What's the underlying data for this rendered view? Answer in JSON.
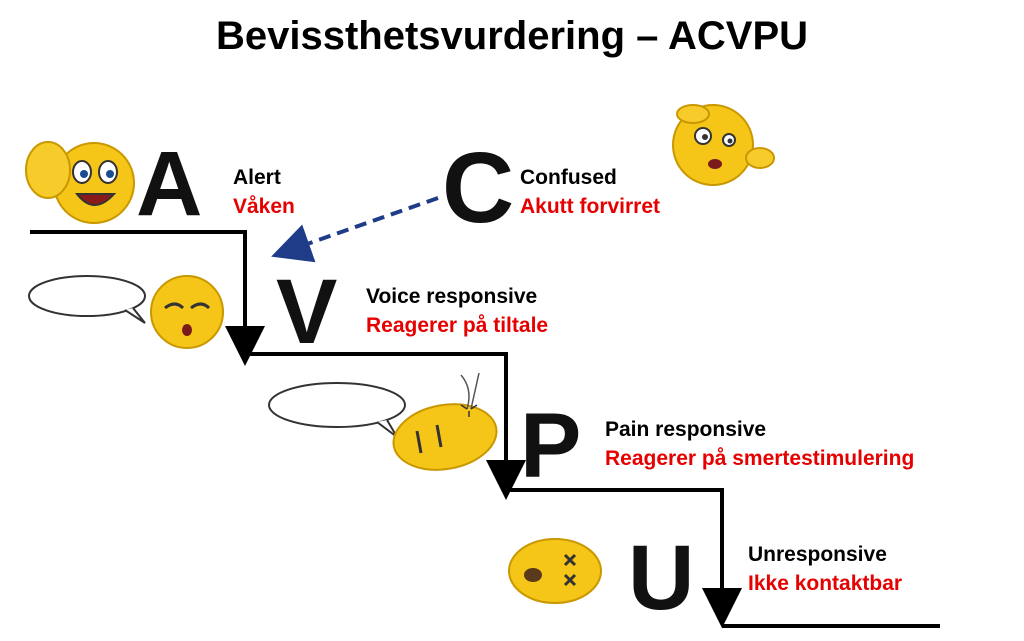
{
  "title": "Bevissthetsvurdering – ACVPU",
  "levels": [
    {
      "letter": "A",
      "english": "Alert",
      "norwegian": "Våken",
      "emoji": "thumbs-up-smiley-icon"
    },
    {
      "letter": "C",
      "english": "Confused",
      "norwegian": "Akutt forvirret",
      "emoji": "confused-scratching-head-smiley-icon"
    },
    {
      "letter": "V",
      "english": "Voice responsive",
      "norwegian": "Reagerer på tiltale",
      "emoji": "sleepy-smiley-speech-bubble-icon"
    },
    {
      "letter": "P",
      "english": "Pain responsive",
      "norwegian": "Reagerer på smertestimulering",
      "emoji": "pinched-smiley-speech-bubble-icon"
    },
    {
      "letter": "U",
      "english": "Unresponsive",
      "norwegian": "Ikke kontaktbar",
      "emoji": "knocked-out-smiley-icon"
    }
  ],
  "colors": {
    "english": "#000000",
    "norwegian": "#e60000",
    "arrow": "#1f3c88",
    "emoji": "#f5c518"
  }
}
